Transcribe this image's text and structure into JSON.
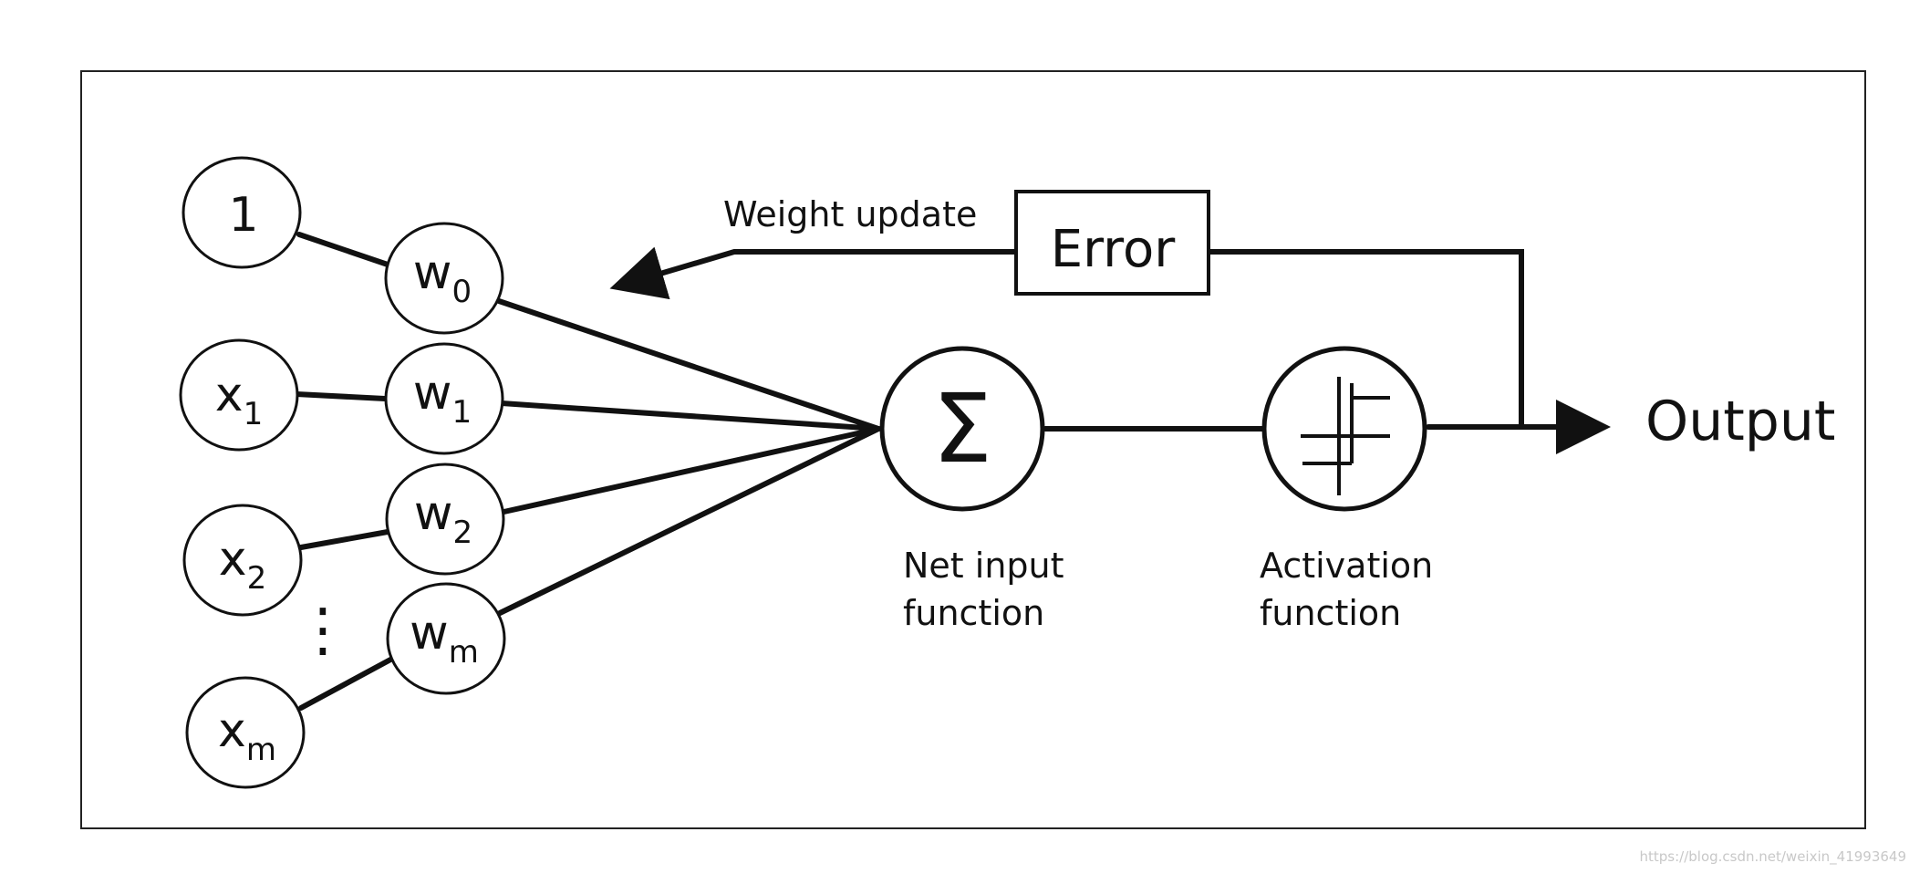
{
  "inputs": [
    {
      "label": "1",
      "sub": ""
    },
    {
      "label": "x",
      "sub": "1"
    },
    {
      "label": "x",
      "sub": "2"
    },
    {
      "label": "x",
      "sub": "m"
    }
  ],
  "weights": [
    {
      "label": "w",
      "sub": "0"
    },
    {
      "label": "w",
      "sub": "1"
    },
    {
      "label": "w",
      "sub": "2"
    },
    {
      "label": "w",
      "sub": "m"
    }
  ],
  "ellipsis": "⋮",
  "sum_symbol": "Σ",
  "net_input_caption": [
    "Net input",
    "function"
  ],
  "activation_caption": [
    "Activation",
    "function"
  ],
  "error_label": "Error",
  "weight_update_label": "Weight update",
  "output_label": "Output",
  "watermark": "https://blog.csdn.net/weixin_41993649"
}
